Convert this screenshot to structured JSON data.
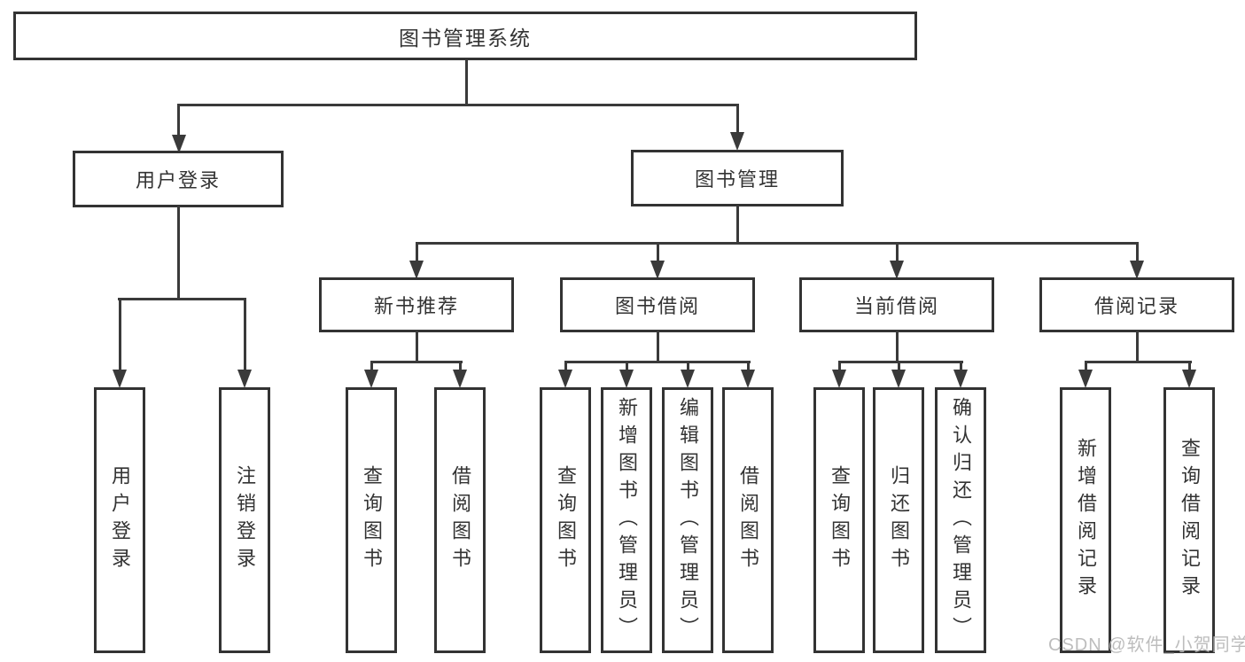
{
  "tree": {
    "label": "图书管理系统",
    "children": [
      {
        "label": "用户登录",
        "children": [
          {
            "label": "用户登录"
          },
          {
            "label": "注销登录"
          }
        ]
      },
      {
        "label": "图书管理",
        "children": [
          {
            "label": "新书推荐",
            "children": [
              {
                "label": "查询图书"
              },
              {
                "label": "借阅图书"
              }
            ]
          },
          {
            "label": "图书借阅",
            "children": [
              {
                "label": "查询图书"
              },
              {
                "label": "新增图书（管理员）"
              },
              {
                "label": "编辑图书（管理员）"
              },
              {
                "label": "借阅图书"
              }
            ]
          },
          {
            "label": "当前借阅",
            "children": [
              {
                "label": "查询图书"
              },
              {
                "label": "归还图书"
              },
              {
                "label": "确认归还（管理员）"
              }
            ]
          },
          {
            "label": "借阅记录",
            "children": [
              {
                "label": "新增借阅记录"
              },
              {
                "label": "查询借阅记录"
              }
            ]
          }
        ]
      }
    ]
  },
  "watermark": {
    "text": "CSDN @软件_小贺同学"
  },
  "colors": {
    "background": "#ffffff",
    "box_border": "#333333",
    "connector_line": "#3a3a3a",
    "text": "#333333",
    "watermark": "#b9b9b9"
  }
}
